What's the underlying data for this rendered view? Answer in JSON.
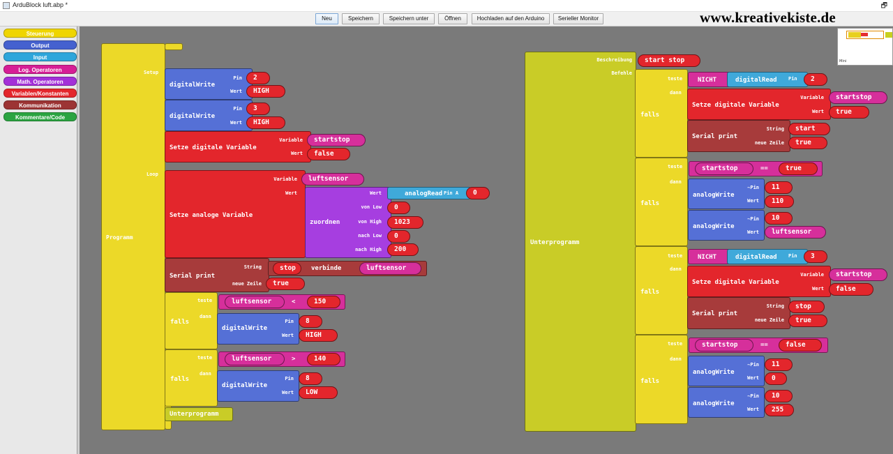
{
  "window": {
    "title": "ArduBlock luft.abp *",
    "restore_glyph": "🗗"
  },
  "toolbar": {
    "buttons": [
      "Neu",
      "Speichern",
      "Speichern unter",
      "Öffnen",
      "Hochladen auf den Arduino",
      "Serieller Monitor"
    ],
    "brand": "www.kreativekiste.de"
  },
  "sidebar": {
    "categories": [
      {
        "label": "Steuerung",
        "color": "#efd500"
      },
      {
        "label": "Output",
        "color": "#4561cf"
      },
      {
        "label": "Input",
        "color": "#2ea6db"
      },
      {
        "label": "Log. Operatoren",
        "color": "#d61e96"
      },
      {
        "label": "Math. Operatoren",
        "color": "#a330d8"
      },
      {
        "label": "Variablen/Konstanten",
        "color": "#e3262c"
      },
      {
        "label": "Kommunikation",
        "color": "#9c3434"
      },
      {
        "label": "Kommentare/Code",
        "color": "#2ba441"
      }
    ]
  },
  "minimap": {
    "label": "Mini"
  },
  "program": {
    "title": "Programm",
    "setup_label": "Setup",
    "loop_label": "Loop",
    "setup": [
      {
        "block": "digitalWrite",
        "pin_label": "Pin",
        "pin": "2",
        "wert_label": "Wert",
        "wert": "HIGH"
      },
      {
        "block": "digitalWrite",
        "pin_label": "Pin",
        "pin": "3",
        "wert_label": "Wert",
        "wert": "HIGH"
      },
      {
        "block": "Setze digitale Variable",
        "var_label": "Variable",
        "var": "startstop",
        "wert_label": "Wert",
        "wert": "false"
      }
    ],
    "loop": {
      "analog_var": {
        "block": "Setze analoge Variable",
        "var_label": "Variable",
        "var": "luftsensor",
        "wert_label": "Wert",
        "map": {
          "block": "zuordnen",
          "wert_label": "Wert",
          "read": "analogRead",
          "pin_label": "Pin A",
          "pin": "0",
          "fromlow_label": "von Low",
          "fromlow": "0",
          "fromhigh_label": "von High",
          "fromhigh": "1023",
          "tolow_label": "nach Low",
          "tolow": "0",
          "tohigh_label": "nach High",
          "tohigh": "200"
        }
      },
      "serial": {
        "block": "Serial print",
        "string_label": "String",
        "str1": "stop",
        "concat": "verbinde",
        "str2": "luftsensor",
        "nl_label": "neue Zeile",
        "nl": "true"
      },
      "if1": {
        "block": "falls",
        "test_label": "teste",
        "then_label": "dann",
        "var": "luftsensor",
        "op": "<",
        "num": "150",
        "action": {
          "block": "digitalWrite",
          "pin_label": "Pin",
          "pin": "8",
          "wert_label": "Wert",
          "wert": "HIGH"
        }
      },
      "if2": {
        "block": "falls",
        "test_label": "teste",
        "then_label": "dann",
        "var": "luftsensor",
        "op": ">",
        "num": "140",
        "action": {
          "block": "digitalWrite",
          "pin_label": "Pin",
          "pin": "8",
          "wert_label": "Wert",
          "wert": "LOW"
        }
      },
      "call": "Unterprogramm"
    }
  },
  "subprogram": {
    "title": "Unterprogramm",
    "desc_label": "Beschreibung",
    "desc": "start stop",
    "cmd_label": "Befehle",
    "if1": {
      "block": "falls",
      "test_label": "teste",
      "then_label": "dann",
      "not": "NICHT",
      "read": "digitalRead",
      "pin_label": "Pin",
      "pin": "2",
      "set": {
        "block": "Setze digitale Variable",
        "var_label": "Variable",
        "var": "startstop",
        "wert_label": "Wert",
        "wert": "true"
      },
      "serial": {
        "block": "Serial print",
        "string_label": "String",
        "str": "start",
        "nl_label": "neue Zeile",
        "nl": "true"
      }
    },
    "if2": {
      "block": "falls",
      "test_label": "teste",
      "then_label": "dann",
      "var": "startstop",
      "op": "==",
      "val": "true",
      "aw1": {
        "block": "analogWrite",
        "pin_label": "~Pin",
        "pin": "11",
        "wert_label": "Wert",
        "wert": "110"
      },
      "aw2": {
        "block": "analogWrite",
        "pin_label": "~Pin",
        "pin": "10",
        "wert_label": "Wert",
        "wert": "luftsensor"
      }
    },
    "if3": {
      "block": "falls",
      "test_label": "teste",
      "then_label": "dann",
      "not": "NICHT",
      "read": "digitalRead",
      "pin_label": "Pin",
      "pin": "3",
      "set": {
        "block": "Setze digitale Variable",
        "var_label": "Variable",
        "var": "startstop",
        "wert_label": "Wert",
        "wert": "false"
      },
      "serial": {
        "block": "Serial print",
        "string_label": "String",
        "str": "stop",
        "nl_label": "neue Zeile",
        "nl": "true"
      }
    },
    "if4": {
      "block": "falls",
      "test_label": "teste",
      "then_label": "dann",
      "var": "startstop",
      "op": "==",
      "val": "false",
      "aw1": {
        "block": "analogWrite",
        "pin_label": "~Pin",
        "pin": "11",
        "wert_label": "Wert",
        "wert": "0"
      },
      "aw2": {
        "block": "analogWrite",
        "pin_label": "~Pin",
        "pin": "10",
        "wert_label": "Wert",
        "wert": "255"
      }
    }
  }
}
